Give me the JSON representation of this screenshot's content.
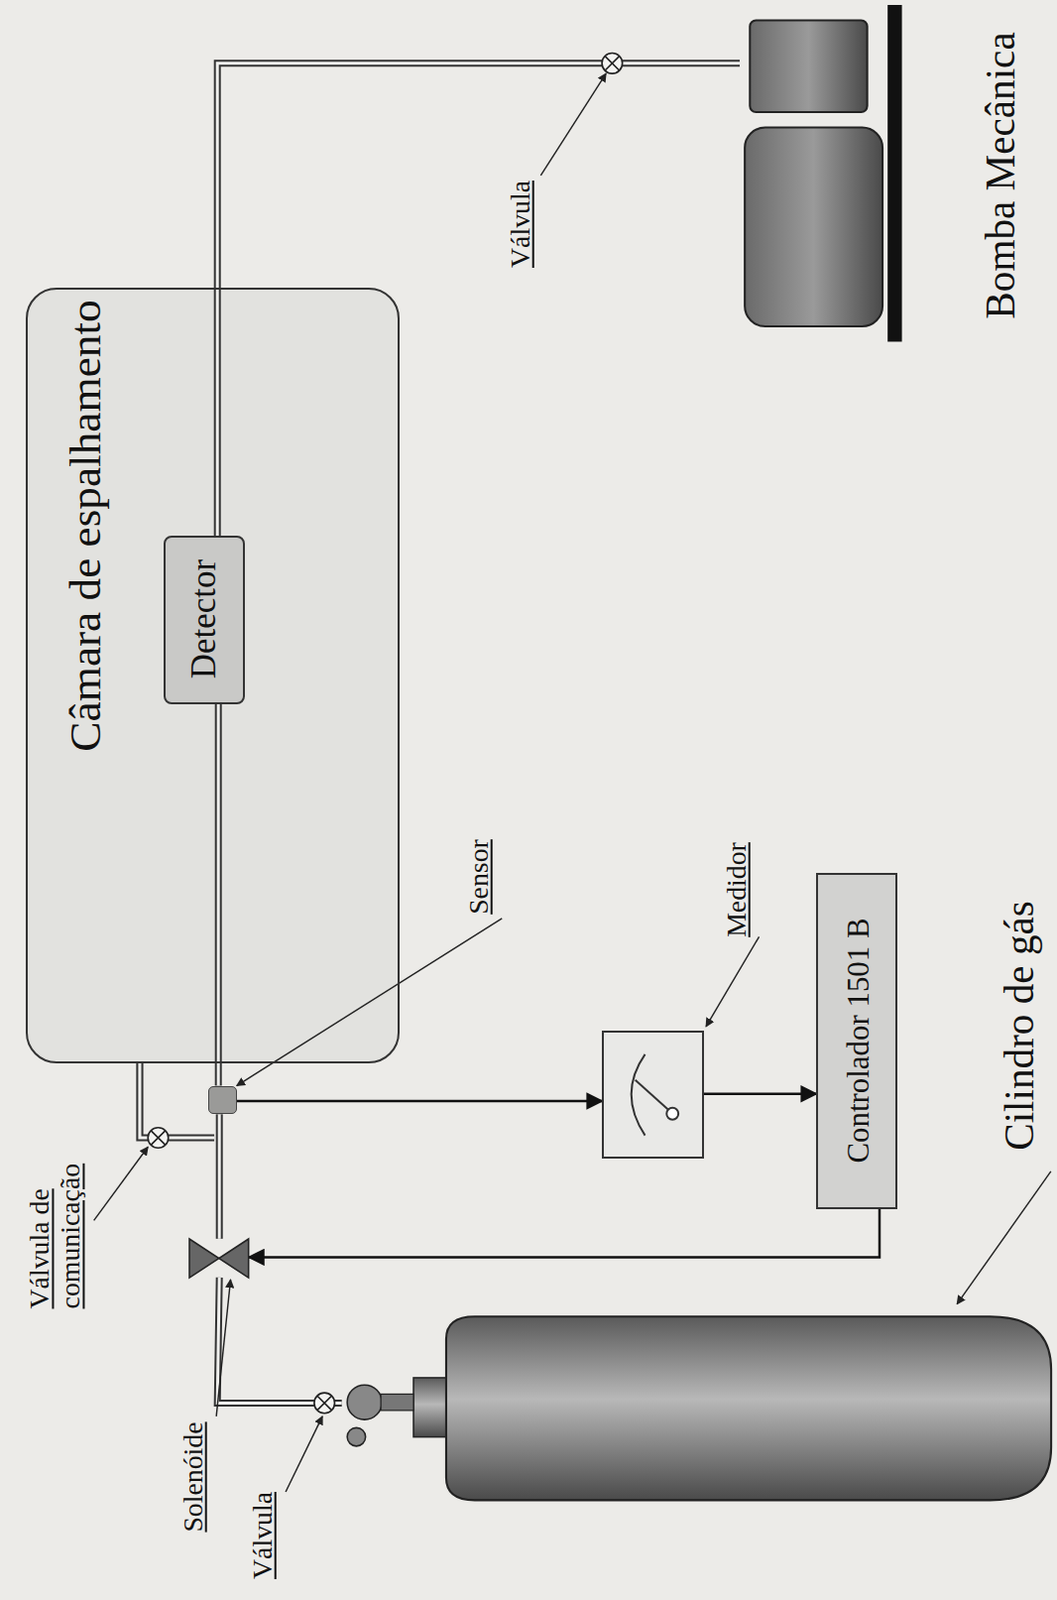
{
  "diagram": {
    "nodes": [
      {
        "text": [
          "Câmara de espalhamento"
        ]
      },
      {
        "text": [
          "Detector"
        ],
        "in": 0
      },
      {
        "text": [
          "Bomba Mecânica"
        ]
      },
      {
        "text": [
          "Sensor"
        ]
      },
      {
        "text": [
          "Medidor"
        ]
      },
      {
        "text": [
          "Controlador 1501 B"
        ]
      },
      {
        "text": [
          "Solenóide"
        ]
      },
      {
        "text": [
          "Cilindro de gás"
        ]
      }
    ],
    "edges": [
      {
        "from": 7,
        "to": 6,
        "arrow": "none"
      },
      {
        "from": 6,
        "to": 3,
        "arrow": "none"
      },
      {
        "from": 3,
        "to": 1,
        "arrow": "none"
      },
      {
        "from": 1,
        "to": 2,
        "arrow": "none"
      },
      {
        "from": 3,
        "to": 4,
        "arrow": "to"
      },
      {
        "from": 4,
        "to": 5,
        "arrow": "to"
      },
      {
        "from": 5,
        "to": 6,
        "arrow": "to"
      }
    ],
    "labels": [
      "Válvula",
      "Válvula de comunicação",
      "Válvula"
    ]
  }
}
